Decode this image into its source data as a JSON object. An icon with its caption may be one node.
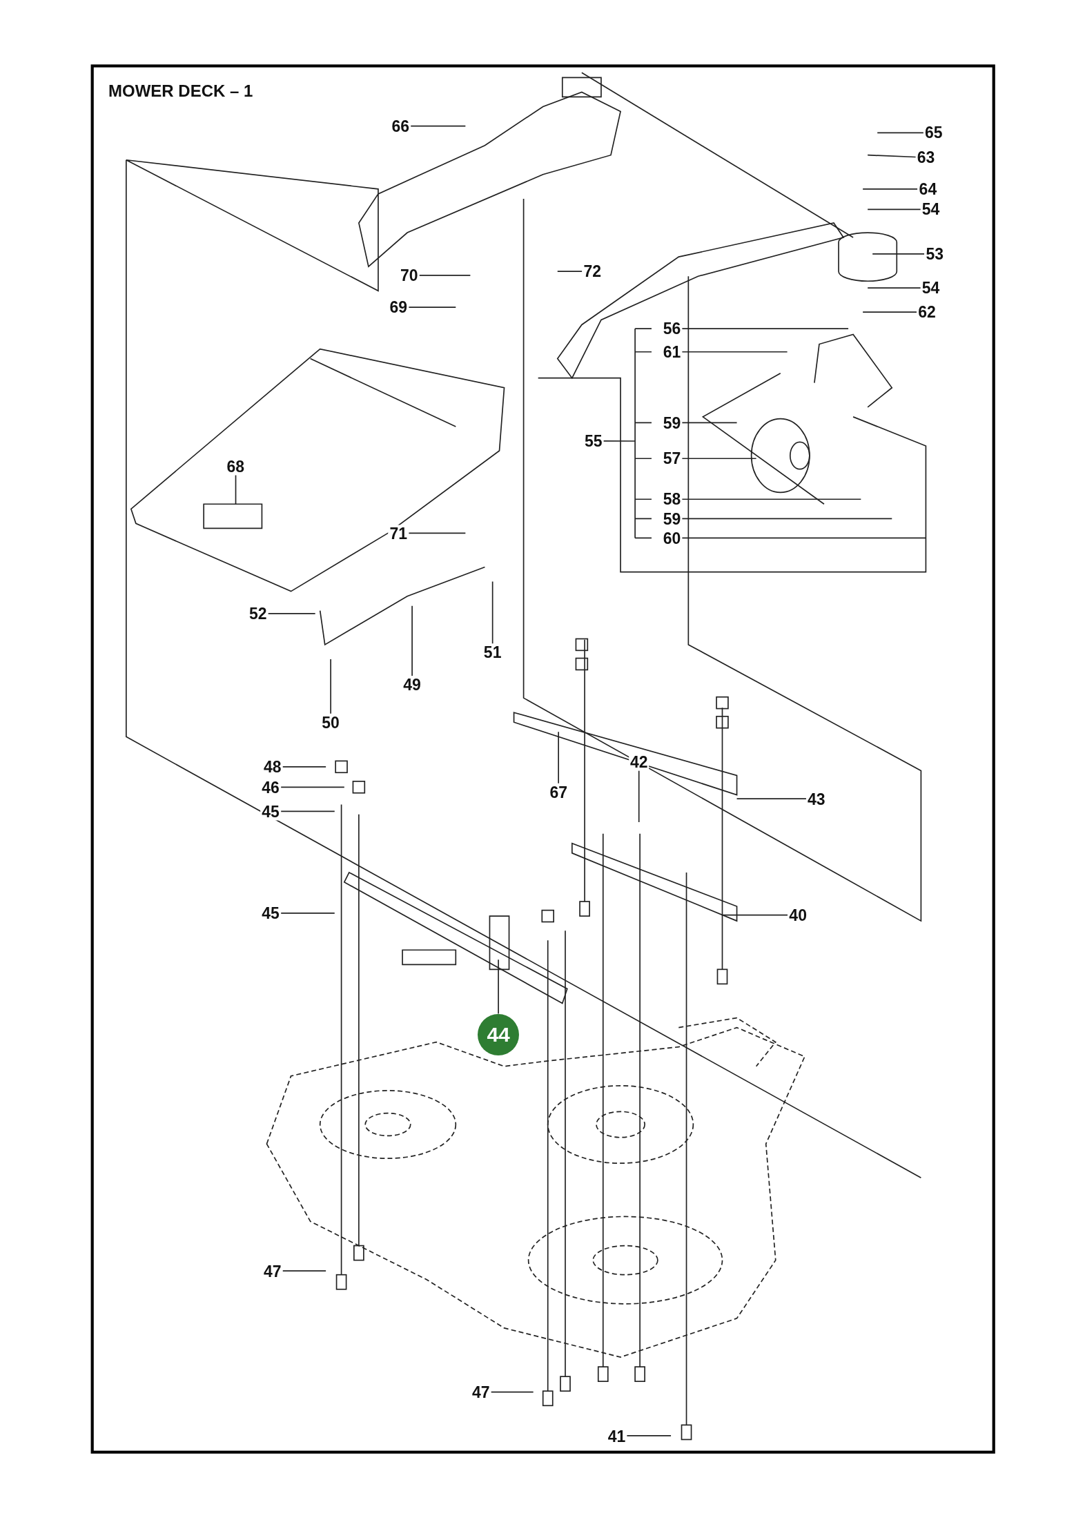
{
  "diagram": {
    "title": "MOWER DECK – 1",
    "nodes": [
      {
        "text": [
          "66"
        ]
      },
      {
        "text": [
          "65"
        ]
      },
      {
        "text": [
          "63"
        ]
      },
      {
        "text": [
          "64"
        ]
      },
      {
        "text": [
          "54"
        ]
      },
      {
        "text": [
          "72"
        ]
      },
      {
        "text": [
          "70"
        ]
      },
      {
        "text": [
          "53"
        ]
      },
      {
        "text": [
          "54"
        ]
      },
      {
        "text": [
          "69"
        ]
      },
      {
        "text": [
          "62"
        ]
      },
      {
        "text": [
          "56"
        ]
      },
      {
        "text": [
          "61"
        ]
      },
      {
        "text": [
          "59"
        ]
      },
      {
        "text": [
          "57"
        ]
      },
      {
        "text": [
          "68"
        ]
      },
      {
        "text": [
          "58"
        ]
      },
      {
        "text": [
          "59"
        ]
      },
      {
        "text": [
          "60"
        ]
      },
      {
        "text": [
          "71"
        ]
      },
      {
        "text": [
          "52"
        ]
      },
      {
        "text": [
          "51"
        ]
      },
      {
        "text": [
          "49"
        ]
      },
      {
        "text": [
          "50"
        ]
      },
      {
        "text": [
          "42"
        ]
      },
      {
        "text": [
          "48"
        ]
      },
      {
        "text": [
          "46"
        ]
      },
      {
        "text": [
          "67"
        ]
      },
      {
        "text": [
          "43"
        ]
      },
      {
        "text": [
          "45"
        ]
      },
      {
        "text": [
          "40"
        ]
      },
      {
        "text": [
          "45"
        ]
      },
      {
        "text": [
          "44"
        ]
      },
      {
        "text": [
          "47"
        ]
      },
      {
        "text": [
          "47"
        ]
      },
      {
        "text": [
          "41"
        ]
      },
      {
        "text": [
          "55"
        ]
      }
    ],
    "edges": [
      {
        "from": 0,
        "to": null,
        "arrow": "none"
      },
      {
        "from": 1,
        "to": null,
        "arrow": "none"
      },
      {
        "from": 2,
        "to": null,
        "arrow": "none"
      },
      {
        "from": 3,
        "to": null,
        "arrow": "none"
      },
      {
        "from": 4,
        "to": null,
        "arrow": "none"
      },
      {
        "from": 5,
        "to": null,
        "arrow": "none"
      },
      {
        "from": 6,
        "to": null,
        "arrow": "none"
      },
      {
        "from": 7,
        "to": null,
        "arrow": "none"
      },
      {
        "from": 8,
        "to": null,
        "arrow": "none"
      },
      {
        "from": 9,
        "to": null,
        "arrow": "none"
      },
      {
        "from": 10,
        "to": null,
        "arrow": "none"
      },
      {
        "from": 11,
        "to": null,
        "arrow": "none"
      },
      {
        "from": 12,
        "to": null,
        "arrow": "none"
      },
      {
        "from": 13,
        "to": null,
        "arrow": "none"
      },
      {
        "from": 14,
        "to": null,
        "arrow": "none"
      },
      {
        "from": 15,
        "to": null,
        "arrow": "none"
      },
      {
        "from": 16,
        "to": null,
        "arrow": "none"
      },
      {
        "from": 17,
        "to": null,
        "arrow": "none"
      },
      {
        "from": 18,
        "to": null,
        "arrow": "none"
      },
      {
        "from": 19,
        "to": null,
        "arrow": "none"
      },
      {
        "from": 20,
        "to": null,
        "arrow": "none"
      },
      {
        "from": 21,
        "to": null,
        "arrow": "none"
      },
      {
        "from": 22,
        "to": null,
        "arrow": "none"
      },
      {
        "from": 23,
        "to": null,
        "arrow": "none"
      },
      {
        "from": 24,
        "to": null,
        "arrow": "none"
      },
      {
        "from": 25,
        "to": null,
        "arrow": "none"
      },
      {
        "from": 26,
        "to": null,
        "arrow": "none"
      },
      {
        "from": 27,
        "to": null,
        "arrow": "none"
      },
      {
        "from": 28,
        "to": null,
        "arrow": "none"
      },
      {
        "from": 29,
        "to": null,
        "arrow": "none"
      },
      {
        "from": 30,
        "to": null,
        "arrow": "none"
      },
      {
        "from": 31,
        "to": null,
        "arrow": "none"
      },
      {
        "from": 32,
        "to": null,
        "arrow": "none"
      },
      {
        "from": 33,
        "to": null,
        "arrow": "none"
      },
      {
        "from": 34,
        "to": null,
        "arrow": "none"
      },
      {
        "from": 35,
        "to": null,
        "arrow": "none"
      },
      {
        "from": 36,
        "to": null,
        "arrow": "none"
      }
    ]
  }
}
